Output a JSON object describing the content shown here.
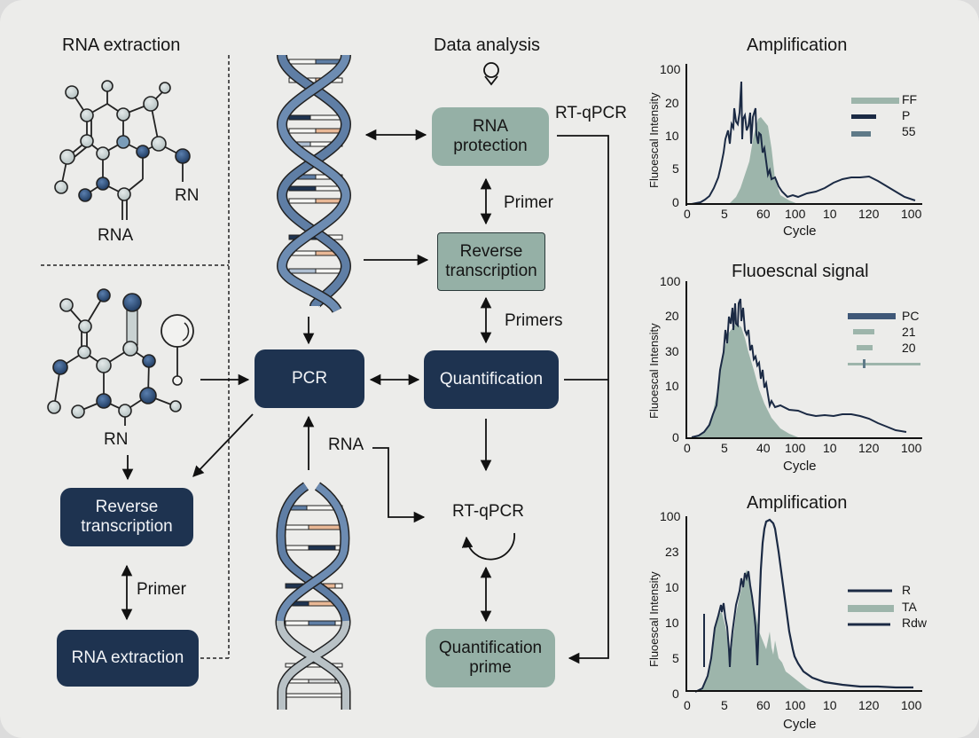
{
  "left_panel": {
    "top_title": "RNA extraction",
    "molecule1_labels": [
      "RN",
      "RNA"
    ],
    "molecule2_label": "RN",
    "boxes": [
      {
        "label": "Reverse transcription",
        "style": "dark"
      },
      {
        "label": "RNA extraction",
        "style": "dark"
      }
    ],
    "edge_label": "Primer"
  },
  "center_panel": {
    "section_title": "Data analysis",
    "rt_qpcr_label_top": "RT-qPCR",
    "boxes": {
      "rna_protection": "RNA protection",
      "reverse_transcription": "Reverse transcription",
      "pcr": "PCR",
      "quantification": "Quantification",
      "quantification_prime": "Quantification prime"
    },
    "edge_labels": {
      "primer": "Primer",
      "primers": "Primers",
      "rna": "RNA",
      "rt_qpcr_cycle": "RT-qPCR"
    }
  },
  "colors": {
    "background": "#ececea",
    "dark_box": "#1e3350",
    "sage_box": "#95b0a6",
    "dna_strand": "#5f7ea5",
    "dna_strand_light": "#b9c2c6",
    "base_peach": "#e9b896",
    "atom_dark": "#2b4c78",
    "atom_light": "#c9d2d2",
    "chart_fill": "#9db5ab",
    "chart_line": "#1b2a44"
  },
  "chart_data": [
    {
      "type": "area",
      "title": "Amplification",
      "xlabel": "Cycle",
      "ylabel": "Fluoescal Intensity",
      "x_tick_labels": [
        "0",
        "5",
        "60",
        "100",
        "10",
        "120",
        "100"
      ],
      "y_tick_labels": [
        "0",
        "5",
        "10",
        "20",
        "100"
      ],
      "legend": [
        {
          "label": "FF",
          "style": "wide light bar"
        },
        {
          "label": "P",
          "style": "dark bar"
        },
        {
          "label": "55",
          "style": "medium bar"
        }
      ],
      "legend_position": "upper right",
      "grid": false,
      "series": [
        {
          "name": "P (line)",
          "values_norm": [
            0,
            0,
            0.02,
            0.05,
            0.1,
            0.2,
            0.35,
            0.55,
            0.62,
            0.92,
            0.6,
            0.78,
            0.55,
            0.45,
            0.32,
            0.24,
            0.19,
            0.17,
            0.18,
            0.2,
            0.22,
            0.24,
            0.25,
            0.26,
            0.25,
            0.23,
            0.2,
            0.16
          ]
        },
        {
          "name": "FF (fill)",
          "values_norm": [
            0,
            0,
            0,
            0,
            0,
            0.05,
            0.2,
            0.45,
            0.55,
            0.58,
            0.55,
            0.5,
            0.2,
            0.08,
            0.03,
            0,
            0,
            0,
            0,
            0,
            0,
            0,
            0,
            0,
            0,
            0,
            0,
            0
          ]
        }
      ]
    },
    {
      "type": "area",
      "title": "Fluoescnal signal",
      "xlabel": "Cycle",
      "ylabel": "Fluoescal Intensity",
      "x_tick_labels": [
        "0",
        "5",
        "40",
        "100",
        "10",
        "120",
        "100"
      ],
      "y_tick_labels": [
        "0",
        "10",
        "30",
        "20",
        "100"
      ],
      "legend": [
        {
          "label": "PC",
          "style": "dark bar"
        },
        {
          "label": "21",
          "style": "light bar"
        },
        {
          "label": "20",
          "style": "light bar"
        },
        {
          "label": "",
          "style": "thin line with marker"
        }
      ],
      "legend_position": "upper right",
      "grid": false,
      "series": [
        {
          "name": "PC (line)",
          "values_norm": [
            0,
            0.02,
            0.1,
            0.35,
            0.7,
            0.95,
            0.8,
            0.5,
            0.38,
            0.28,
            0.26,
            0.25,
            0.24,
            0.22,
            0.22,
            0.23,
            0.23,
            0.22,
            0.21,
            0.2,
            0.18,
            0.15,
            0.13
          ]
        },
        {
          "name": "21 (fill)",
          "values_norm": [
            0,
            0.02,
            0.1,
            0.35,
            0.68,
            0.8,
            0.65,
            0.45,
            0.3,
            0.18,
            0.1,
            0.04,
            0.01,
            0,
            0,
            0,
            0,
            0,
            0,
            0,
            0,
            0,
            0
          ]
        }
      ]
    },
    {
      "type": "area",
      "title": "Amplification",
      "xlabel": "Cycle",
      "ylabel": "Fluoescal Intensity",
      "x_tick_labels": [
        "0",
        "5",
        "60",
        "100",
        "10",
        "120",
        "100"
      ],
      "y_tick_labels": [
        "0",
        "5",
        "10",
        "10",
        "23",
        "100"
      ],
      "legend": [
        {
          "label": "R",
          "style": "dark line"
        },
        {
          "label": "TA",
          "style": "light bar"
        },
        {
          "label": "Rdw",
          "style": "dark line"
        }
      ],
      "legend_position": "right",
      "grid": false,
      "series": [
        {
          "name": "R (line)",
          "values_norm": [
            0,
            0.01,
            0.1,
            0.4,
            0.55,
            0.1,
            0.55,
            0.7,
            0.5,
            0.4,
            0.96,
            0.95,
            0.6,
            0.3,
            0.12,
            0.05,
            0.03,
            0.02,
            0.01,
            0.01,
            0.01,
            0.01,
            0.01
          ]
        },
        {
          "name": "TA (fill)",
          "values_norm": [
            0,
            0.01,
            0.1,
            0.38,
            0.5,
            0.3,
            0.55,
            0.72,
            0.5,
            0.35,
            0.3,
            0.25,
            0.15,
            0.08,
            0.03,
            0.01,
            0,
            0,
            0,
            0,
            0,
            0,
            0
          ]
        }
      ]
    }
  ]
}
